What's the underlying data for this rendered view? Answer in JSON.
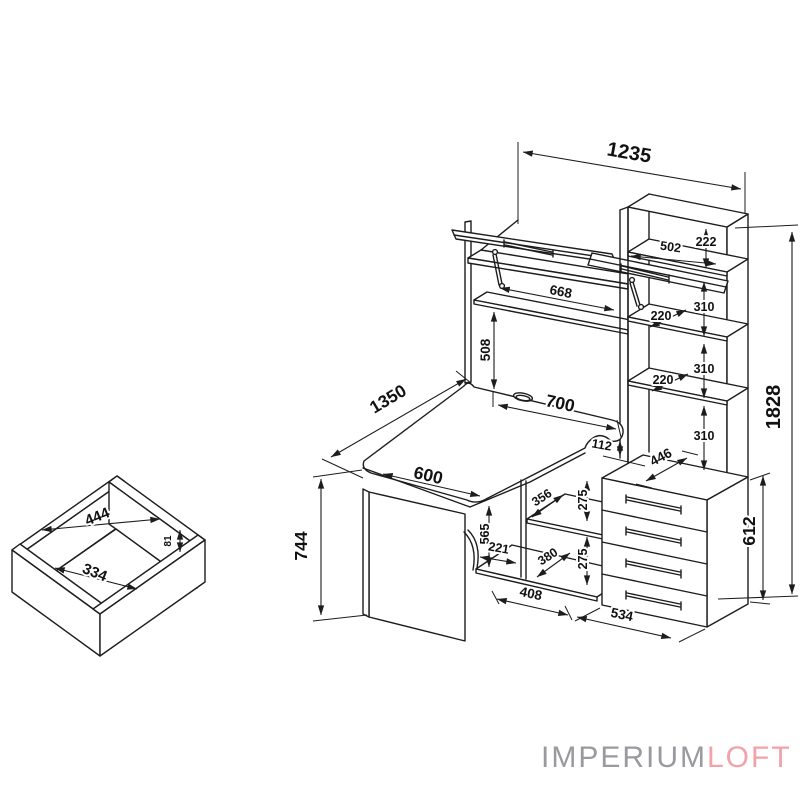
{
  "drawing": {
    "line_color": "#1d1d1d",
    "background": "#ffffff",
    "subject": "corner computer desk dimensional drawing"
  },
  "watermark": {
    "imperium": "IMPERIUM",
    "loft": "LOFT",
    "imperium_color": "#9a999e",
    "loft_color": "#f2a2a8"
  },
  "dims": {
    "total_width": "1235",
    "total_height": "1828",
    "cabinet_height": "612",
    "desk_height": "744",
    "desk_length": "1350",
    "desk_front_width": "600",
    "desk_right_width": "700",
    "hutch_gap_height": "508",
    "hutch_shelf_width": "668",
    "top_cubby_height": "222",
    "top_cubby_width": "502",
    "shelf_gap_1": "310",
    "shelf_gap_2": "310",
    "shelf_gap_3": "310",
    "shelf_depth_1": "220",
    "shelf_depth_2": "220",
    "desk_gap": "112",
    "cabinet_depth": "446",
    "under_desk_height": "565",
    "bottom_shelf_depth": "221",
    "niche_shelf_depth": "356",
    "drawer_pitch_1": "275",
    "drawer_pitch_2": "275",
    "niche_bottom_depth": "380",
    "kneehole_width": "408",
    "cabinet_width": "534",
    "drawer_inner_width": "444",
    "drawer_inner_depth": "334",
    "drawer_side_height": "81"
  }
}
